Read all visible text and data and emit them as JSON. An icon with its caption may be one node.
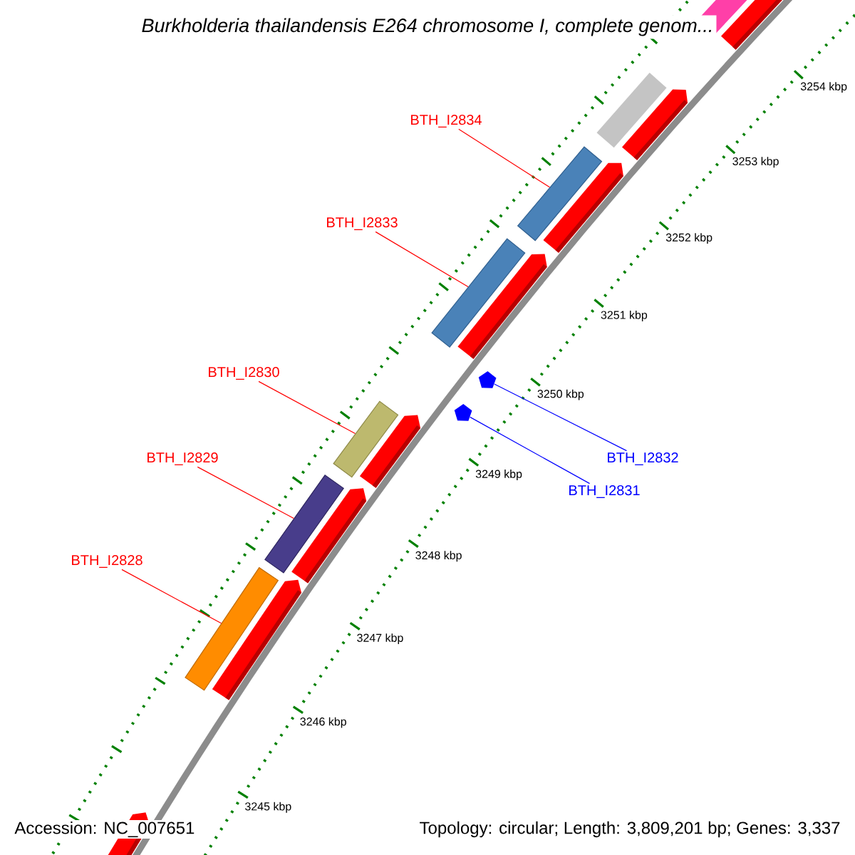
{
  "diagram": {
    "title": "Burkholderia thailandensis E264 chromosome I, complete genom...",
    "nodes": [
      {
        "text": [
          "BTH_I2834"
        ]
      },
      {
        "text": [
          "BTH_I2833"
        ]
      },
      {
        "text": [
          "BTH_I2830"
        ]
      },
      {
        "text": [
          "BTH_I2829"
        ]
      },
      {
        "text": [
          "BTH_I2832"
        ]
      },
      {
        "text": [
          "BTH_I2831"
        ]
      },
      {
        "text": [
          "BTH_I2828"
        ]
      },
      {
        "text": [],
        "shape": "bar"
      },
      {
        "text": [],
        "shape": "bar"
      },
      {
        "text": [],
        "shape": "pentagon"
      },
      {
        "text": [],
        "shape": "pentagon"
      },
      {
        "text": [],
        "shape": "bar"
      },
      {
        "text": [],
        "shape": "bar"
      },
      {
        "text": [],
        "shape": "bar"
      }
    ],
    "edges": [
      {
        "from": 0,
        "to": 7,
        "arrow": "none"
      },
      {
        "from": 1,
        "to": 8,
        "arrow": "none"
      },
      {
        "from": 2,
        "to": 11,
        "arrow": "none"
      },
      {
        "from": 3,
        "to": 12,
        "arrow": "none"
      },
      {
        "from": 4,
        "to": 9,
        "arrow": "none",
        "color": "#0000ff"
      },
      {
        "from": 5,
        "to": 10,
        "arrow": "none",
        "color": "#0000ff"
      },
      {
        "from": 6,
        "to": 13,
        "arrow": "none"
      }
    ],
    "labels": [
      "3254 kbp",
      "3253 kbp",
      "3252 kbp",
      "3251 kbp",
      "3250 kbp",
      "3249 kbp",
      "3248 kbp",
      "3247 kbp",
      "3246 kbp",
      "3245 kbp",
      "Accession: NC_007651",
      "Topology: circular; Length: 3,809,201 bp; Genes: 3,337"
    ]
  }
}
